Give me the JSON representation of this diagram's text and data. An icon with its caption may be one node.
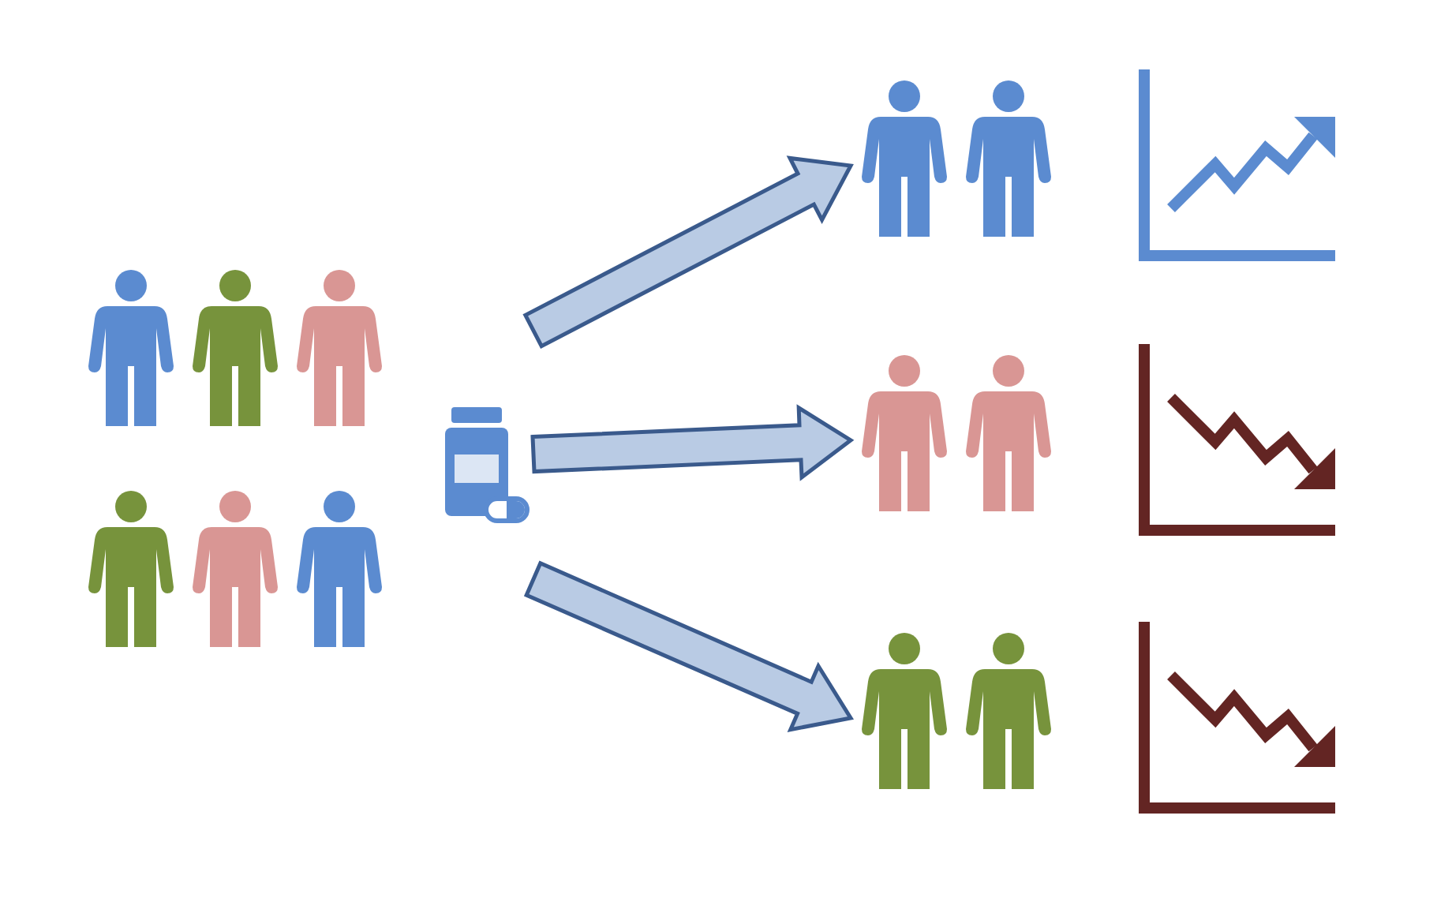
{
  "diagram": {
    "nodes": [
      {
        "text": [],
        "shape": "person"
      },
      {
        "text": [],
        "shape": "bottle"
      },
      {
        "text": [],
        "shape": "person"
      },
      {
        "text": [],
        "shape": "person"
      },
      {
        "text": [],
        "shape": "person"
      }
    ],
    "edges": [
      {
        "from": 1,
        "to": 2,
        "arrow": "to"
      },
      {
        "from": 1,
        "to": 3,
        "arrow": "to"
      },
      {
        "from": 1,
        "to": 4,
        "arrow": "to"
      }
    ]
  }
}
